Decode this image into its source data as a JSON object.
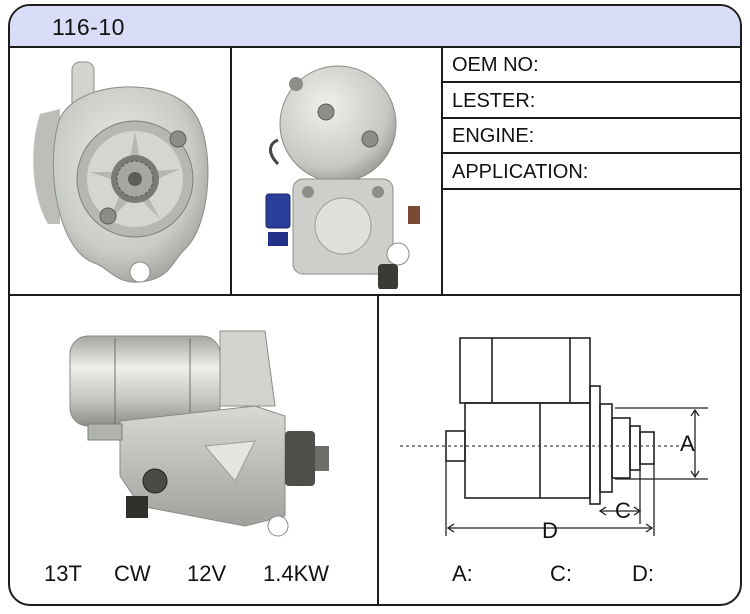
{
  "header": {
    "part_number": "116-10"
  },
  "info_table": {
    "oem_label": "OEM NO:",
    "lester_label": "LESTER:",
    "engine_label": "ENGINE:",
    "application_label": "APPLICATION:"
  },
  "specs": {
    "teeth": "13T",
    "rotation": "CW",
    "voltage": "12V",
    "power": "1.4KW"
  },
  "dimensions": {
    "label_a": "A",
    "label_c": "C",
    "label_d": "D",
    "a_field": "A:",
    "c_field": "C:",
    "d_field": "D:"
  },
  "colors": {
    "header_bg": "#d9dcf6",
    "border": "#1d1d1d",
    "metal": "#c9cbc6",
    "connector_blue": "#2a3f9a"
  }
}
